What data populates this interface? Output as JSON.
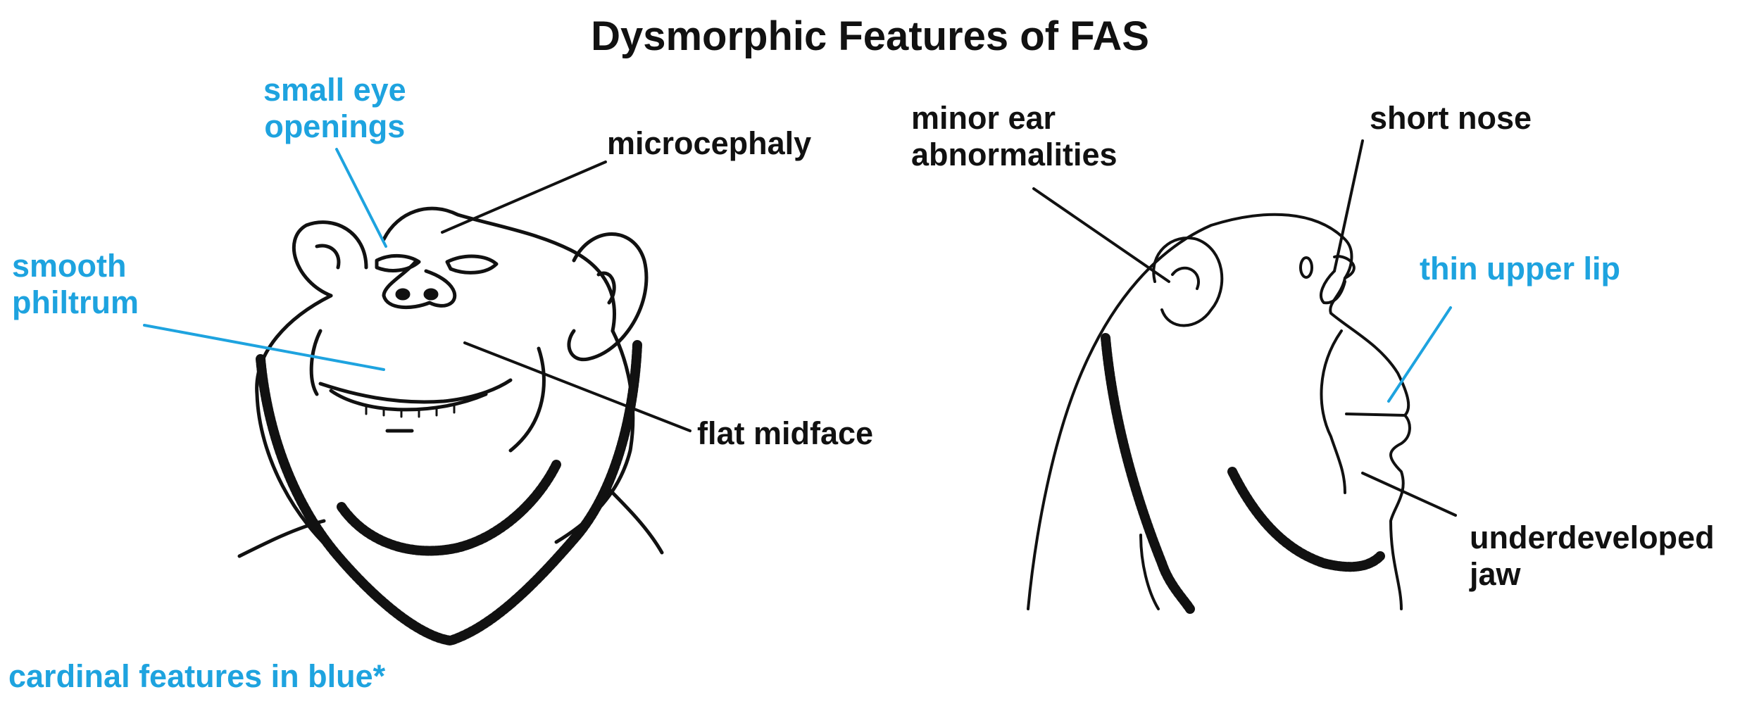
{
  "title": "Dysmorphic Features of FAS",
  "colors": {
    "cardinal": "#1ea3df",
    "other": "#111111",
    "drawing": "#111111"
  },
  "front_view": {
    "labels": {
      "small_eye": [
        "small eye",
        "openings"
      ],
      "microcephaly": [
        "microcephaly"
      ],
      "smooth_philtrum": [
        "smooth",
        "philtrum"
      ],
      "flat_midface": [
        "flat midface"
      ]
    }
  },
  "side_view": {
    "labels": {
      "minor_ear": [
        "minor ear",
        "abnormalities"
      ],
      "short_nose": [
        "short nose"
      ],
      "thin_upper_lip": [
        "thin upper lip"
      ],
      "underdeveloped_jaw": [
        "underdeveloped",
        "jaw"
      ]
    }
  },
  "footnote": "cardinal features in blue*"
}
